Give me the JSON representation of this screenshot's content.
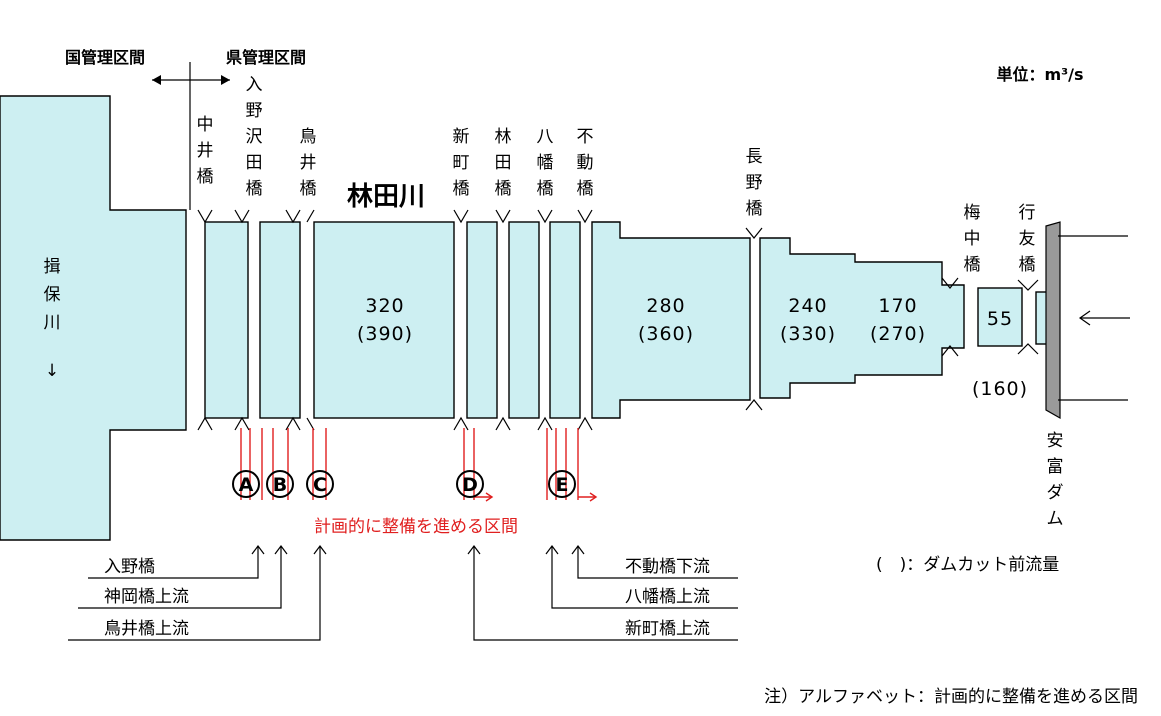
{
  "header": {
    "national_section": "国管理区間",
    "prefecture_section": "県管理区間",
    "unit": "単位：m³/s"
  },
  "rivers": {
    "ibo": [
      "揖",
      "保",
      "川"
    ],
    "ibo_arrow": "↓",
    "hayashida": "林田川"
  },
  "bridges": {
    "nakai": [
      "中",
      "井",
      "橋"
    ],
    "irinozawada": [
      "入",
      "野",
      "沢",
      "田",
      "橋"
    ],
    "torii": [
      "鳥",
      "井",
      "橋"
    ],
    "shinmachi": [
      "新",
      "町",
      "橋"
    ],
    "hayashida": [
      "林",
      "田",
      "橋"
    ],
    "yawata": [
      "八",
      "幡",
      "橋"
    ],
    "fudo": [
      "不",
      "動",
      "橋"
    ],
    "nagano": [
      "長",
      "野",
      "橋"
    ],
    "umenaka": [
      "梅",
      "中",
      "橋"
    ],
    "yukitomo": [
      "行",
      "友",
      "橋"
    ]
  },
  "dam": {
    "name": [
      "安",
      "富",
      "ダ",
      "ム"
    ]
  },
  "flows": {
    "seg1_value": "320",
    "seg1_pre": "(390)",
    "seg2_value": "280",
    "seg2_pre": "(360)",
    "seg3_value": "240",
    "seg3_pre": "(330)",
    "seg4_value": "170",
    "seg4_pre": "(270)",
    "seg5_value": "55",
    "seg5_pre": "(160)"
  },
  "sections": {
    "markers": [
      "A",
      "B",
      "C",
      "D",
      "E"
    ],
    "label": "計画的に整備を進める区間",
    "left_refs": [
      "入野橋",
      "神岡橋上流",
      "鳥井橋上流"
    ],
    "right_refs": [
      "不動橋下流",
      "八幡橋上流",
      "新町橋上流"
    ]
  },
  "legend": {
    "dam_cut": "(　)：ダムカット前流量"
  },
  "note": "注）アルファベット：計画的に整備を進める区間",
  "colors": {
    "water": "#cdeff2",
    "section": "#e02020",
    "line": "#000000"
  }
}
